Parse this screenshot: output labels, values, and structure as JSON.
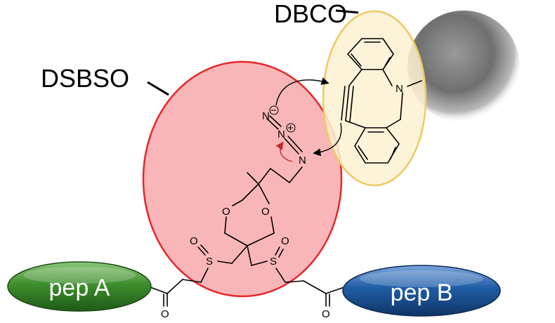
{
  "labels": {
    "dbco": "DBCO",
    "dsbso": "DSBSO",
    "pep_a": "pep A",
    "pep_b": "pep B"
  },
  "atoms": {
    "n_minus": "N",
    "minus_charge": "−",
    "n_plus": "N",
    "plus_charge": "+",
    "n_chain": "N",
    "n_dbco": "N",
    "o_ring_left": "O",
    "o_ring_right": "O",
    "o_sulfoxide_left": "O",
    "o_sulfoxide_right": "O",
    "s_left": "S",
    "s_right": "S",
    "o_carbonyl_left": "O",
    "o_carbonyl_right": "O"
  },
  "colors": {
    "dsbso_fill": "#f9b6b8",
    "dsbso_stroke": "#e8262b",
    "dbco_fill": "#fdf1d2",
    "dbco_stroke": "#efc960",
    "pep_a": "#3e8f2e",
    "pep_b": "#1f5ca5",
    "bead": "#7a7a7a",
    "arrow_red": "#c0292b"
  }
}
